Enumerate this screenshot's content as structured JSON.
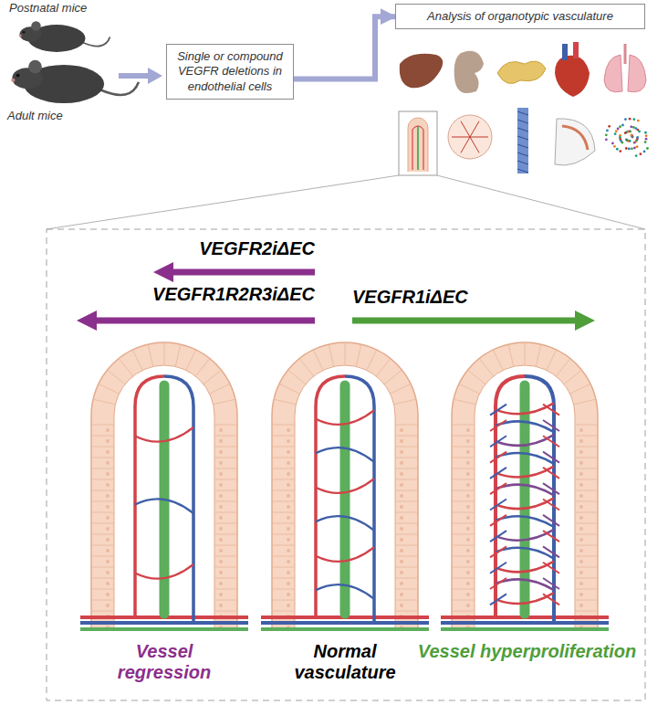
{
  "diagram": {
    "nodes": [
      {
        "text": [
          "Single or compound VEGFR deletions in endothelial cells"
        ]
      },
      {
        "text": [
          "Analysis of organotypic vasculature"
        ]
      }
    ],
    "edges": [
      {
        "from": 0,
        "to": 1,
        "arrow": "to"
      }
    ],
    "labels": [
      "Postnatal mice",
      "Adult mice",
      "VEGFR2iΔEC",
      "VEGFR1R2R3iΔEC",
      "VEGFR1iΔEC",
      "Vessel regression",
      "Normal vasculature",
      "Vessel hyperproliferation"
    ]
  }
}
